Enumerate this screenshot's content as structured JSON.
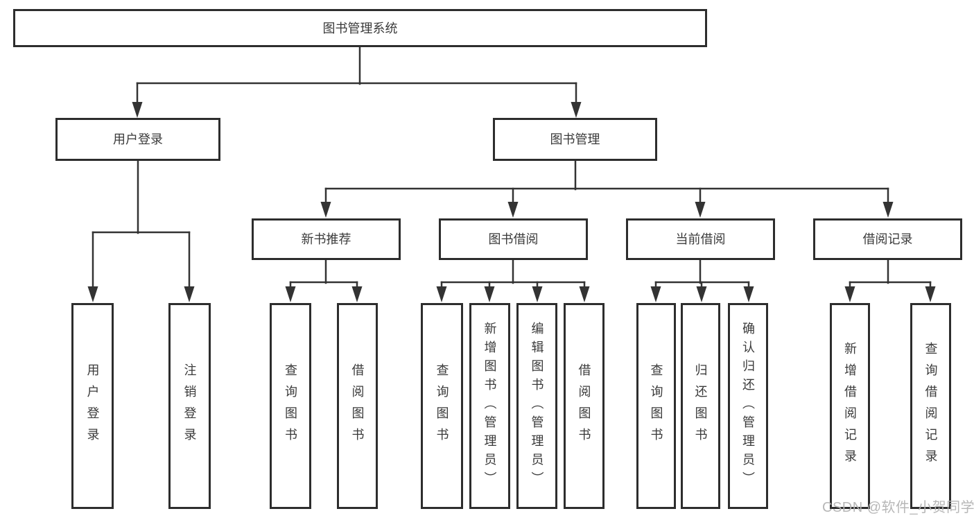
{
  "diagram": {
    "title": "图书管理系统",
    "tree": {
      "root": {
        "label": "图书管理系统"
      },
      "branches": [
        {
          "label": "用户登录",
          "children": [
            {
              "label": "用户登录"
            },
            {
              "label": "注销登录"
            }
          ]
        },
        {
          "label": "图书管理",
          "children": [
            {
              "label": "新书推荐",
              "children": [
                {
                  "label": "查询图书"
                },
                {
                  "label": "借阅图书"
                }
              ]
            },
            {
              "label": "图书借阅",
              "children": [
                {
                  "label": "查询图书"
                },
                {
                  "label": "新增图书（管理员）"
                },
                {
                  "label": "编辑图书（管理员）"
                },
                {
                  "label": "借阅图书"
                }
              ]
            },
            {
              "label": "当前借阅",
              "children": [
                {
                  "label": "查询图书"
                },
                {
                  "label": "归还图书"
                },
                {
                  "label": "确认归还（管理员）"
                }
              ]
            },
            {
              "label": "借阅记录",
              "children": [
                {
                  "label": "新增借阅记录"
                },
                {
                  "label": "查询借阅记录"
                }
              ]
            }
          ]
        }
      ]
    },
    "colors": {
      "line": "#333333",
      "box_border": "#2d2d2d",
      "text": "#3a3a3a",
      "watermark": "#b4b4b4",
      "background": "#ffffff"
    }
  },
  "watermark": "CSDN @软件_小贺同学"
}
